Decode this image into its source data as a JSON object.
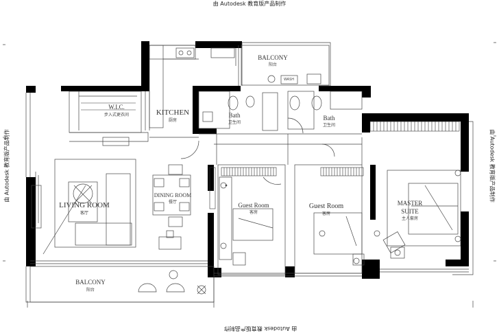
{
  "watermark": {
    "top": "由 Autodesk 教育版产品制作",
    "bottom": "由 Autodesk 教育版产品制作",
    "left": "由 Autodesk 教育版产品制作",
    "right": "由 Autodesk 教育版产品制作"
  },
  "rooms": {
    "balcony_top": {
      "name": "BALCONY",
      "sub": "阳台"
    },
    "wic": {
      "name": "W.I.C.",
      "sub": "步入式更衣间"
    },
    "kitchen": {
      "name": "KITCHEN",
      "sub": "厨房"
    },
    "bath1": {
      "name": "Bath",
      "sub": "卫生间"
    },
    "bath2": {
      "name": "Bath",
      "sub": "卫生间"
    },
    "living": {
      "name": "LIVING ROOM",
      "sub": "客厅"
    },
    "dining": {
      "name": "DINING ROOM",
      "sub": "餐厅"
    },
    "guest1": {
      "name": "Guest Room",
      "sub": "客房"
    },
    "guest2": {
      "name": "Guest Room",
      "sub": "客房"
    },
    "master": {
      "name": "MASTER",
      "name2": "SUITE",
      "sub": "主人套房"
    },
    "balcony_bottom": {
      "name": "BALCONY",
      "sub": "阳台"
    }
  },
  "fixtures": {
    "washer_label": "WASH"
  }
}
